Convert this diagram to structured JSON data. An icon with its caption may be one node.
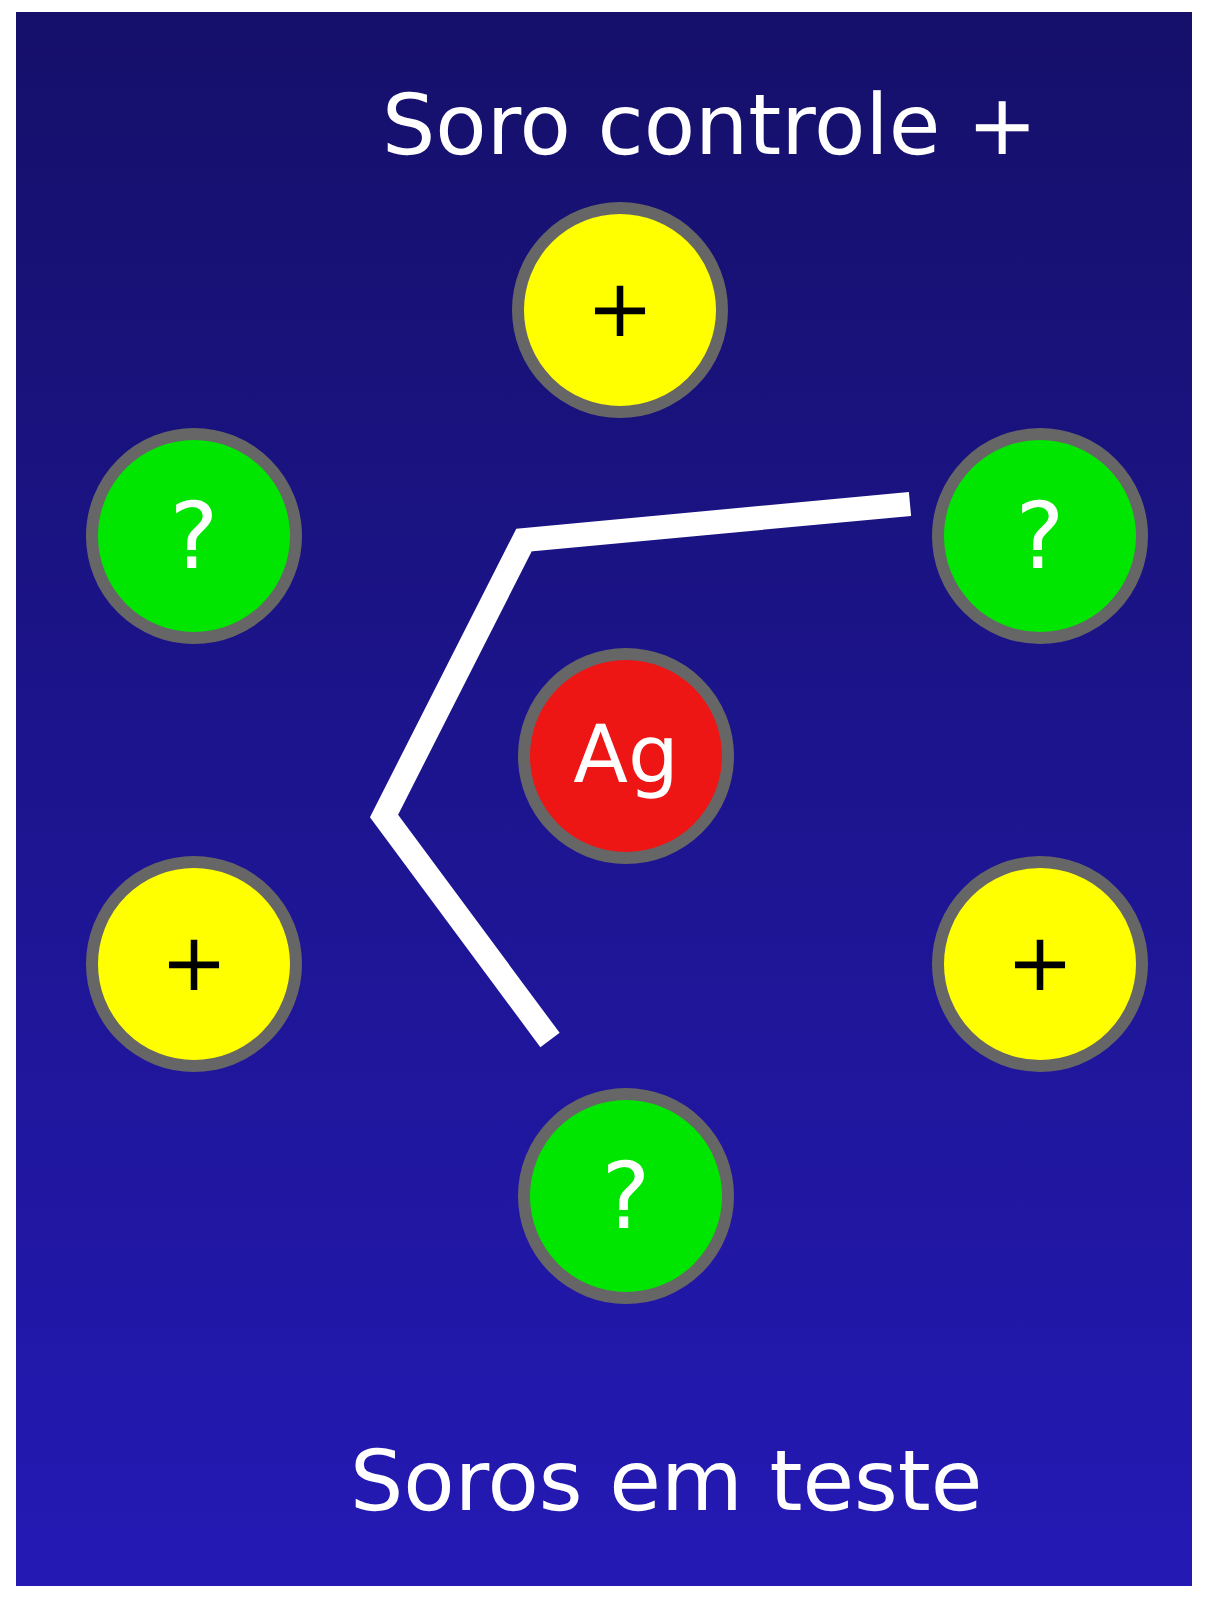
{
  "diagram": {
    "nodes": [
      {
        "text": [
          "+"
        ]
      },
      {
        "text": [
          "?"
        ]
      },
      {
        "text": [
          "?"
        ]
      },
      {
        "text": [
          "Ag"
        ]
      },
      {
        "text": [
          "+"
        ]
      },
      {
        "text": [
          "+"
        ]
      },
      {
        "text": [
          "?"
        ]
      }
    ],
    "edges": [],
    "labels": [
      "Soro controle +",
      "Soros em teste"
    ]
  }
}
